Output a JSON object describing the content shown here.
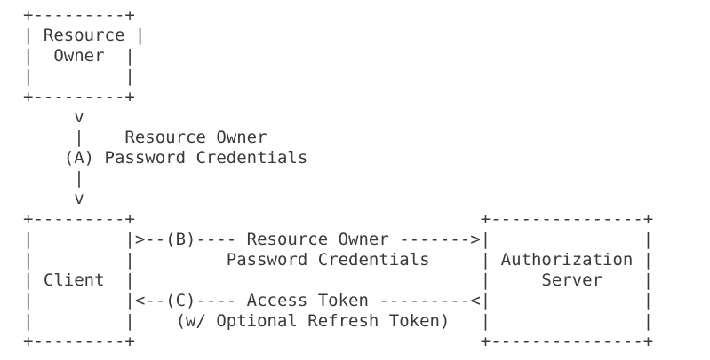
{
  "diagram": {
    "lines": [
      "+---------+",
      "| Resource |",
      "|  Owner  |",
      "|         |",
      "+---------+",
      "     v",
      "     |    Resource Owner",
      "    (A) Password Credentials",
      "     |",
      "     v",
      "+---------+                                  +---------------+",
      "|         |>--(B)---- Resource Owner ------->|               |",
      "|         |         Password Credentials     | Authorization |",
      "| Client  |                                  |     Server    |",
      "|         |<--(C)---- Access Token ---------<|               |",
      "|         |    (w/ Optional Refresh Token)   |               |",
      "+---------+                                  +---------------+"
    ]
  }
}
